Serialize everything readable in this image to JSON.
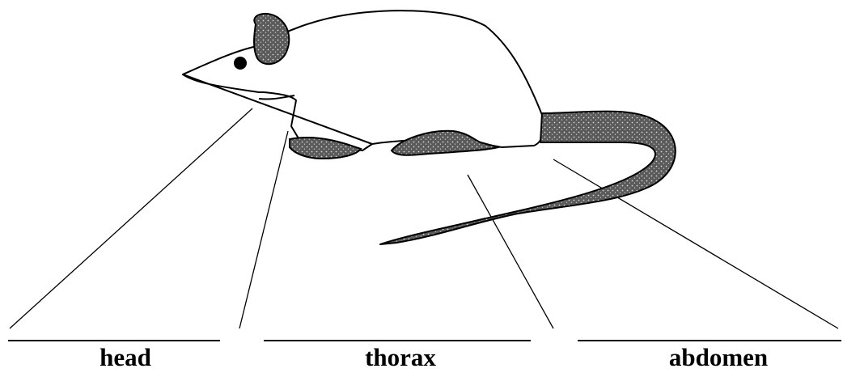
{
  "labels": {
    "head": "head",
    "thorax": "thorax",
    "abdomen": "abdomen"
  },
  "colors": {
    "stroke": "#000000",
    "shaded_fill": "#666666",
    "background": "#ffffff"
  }
}
